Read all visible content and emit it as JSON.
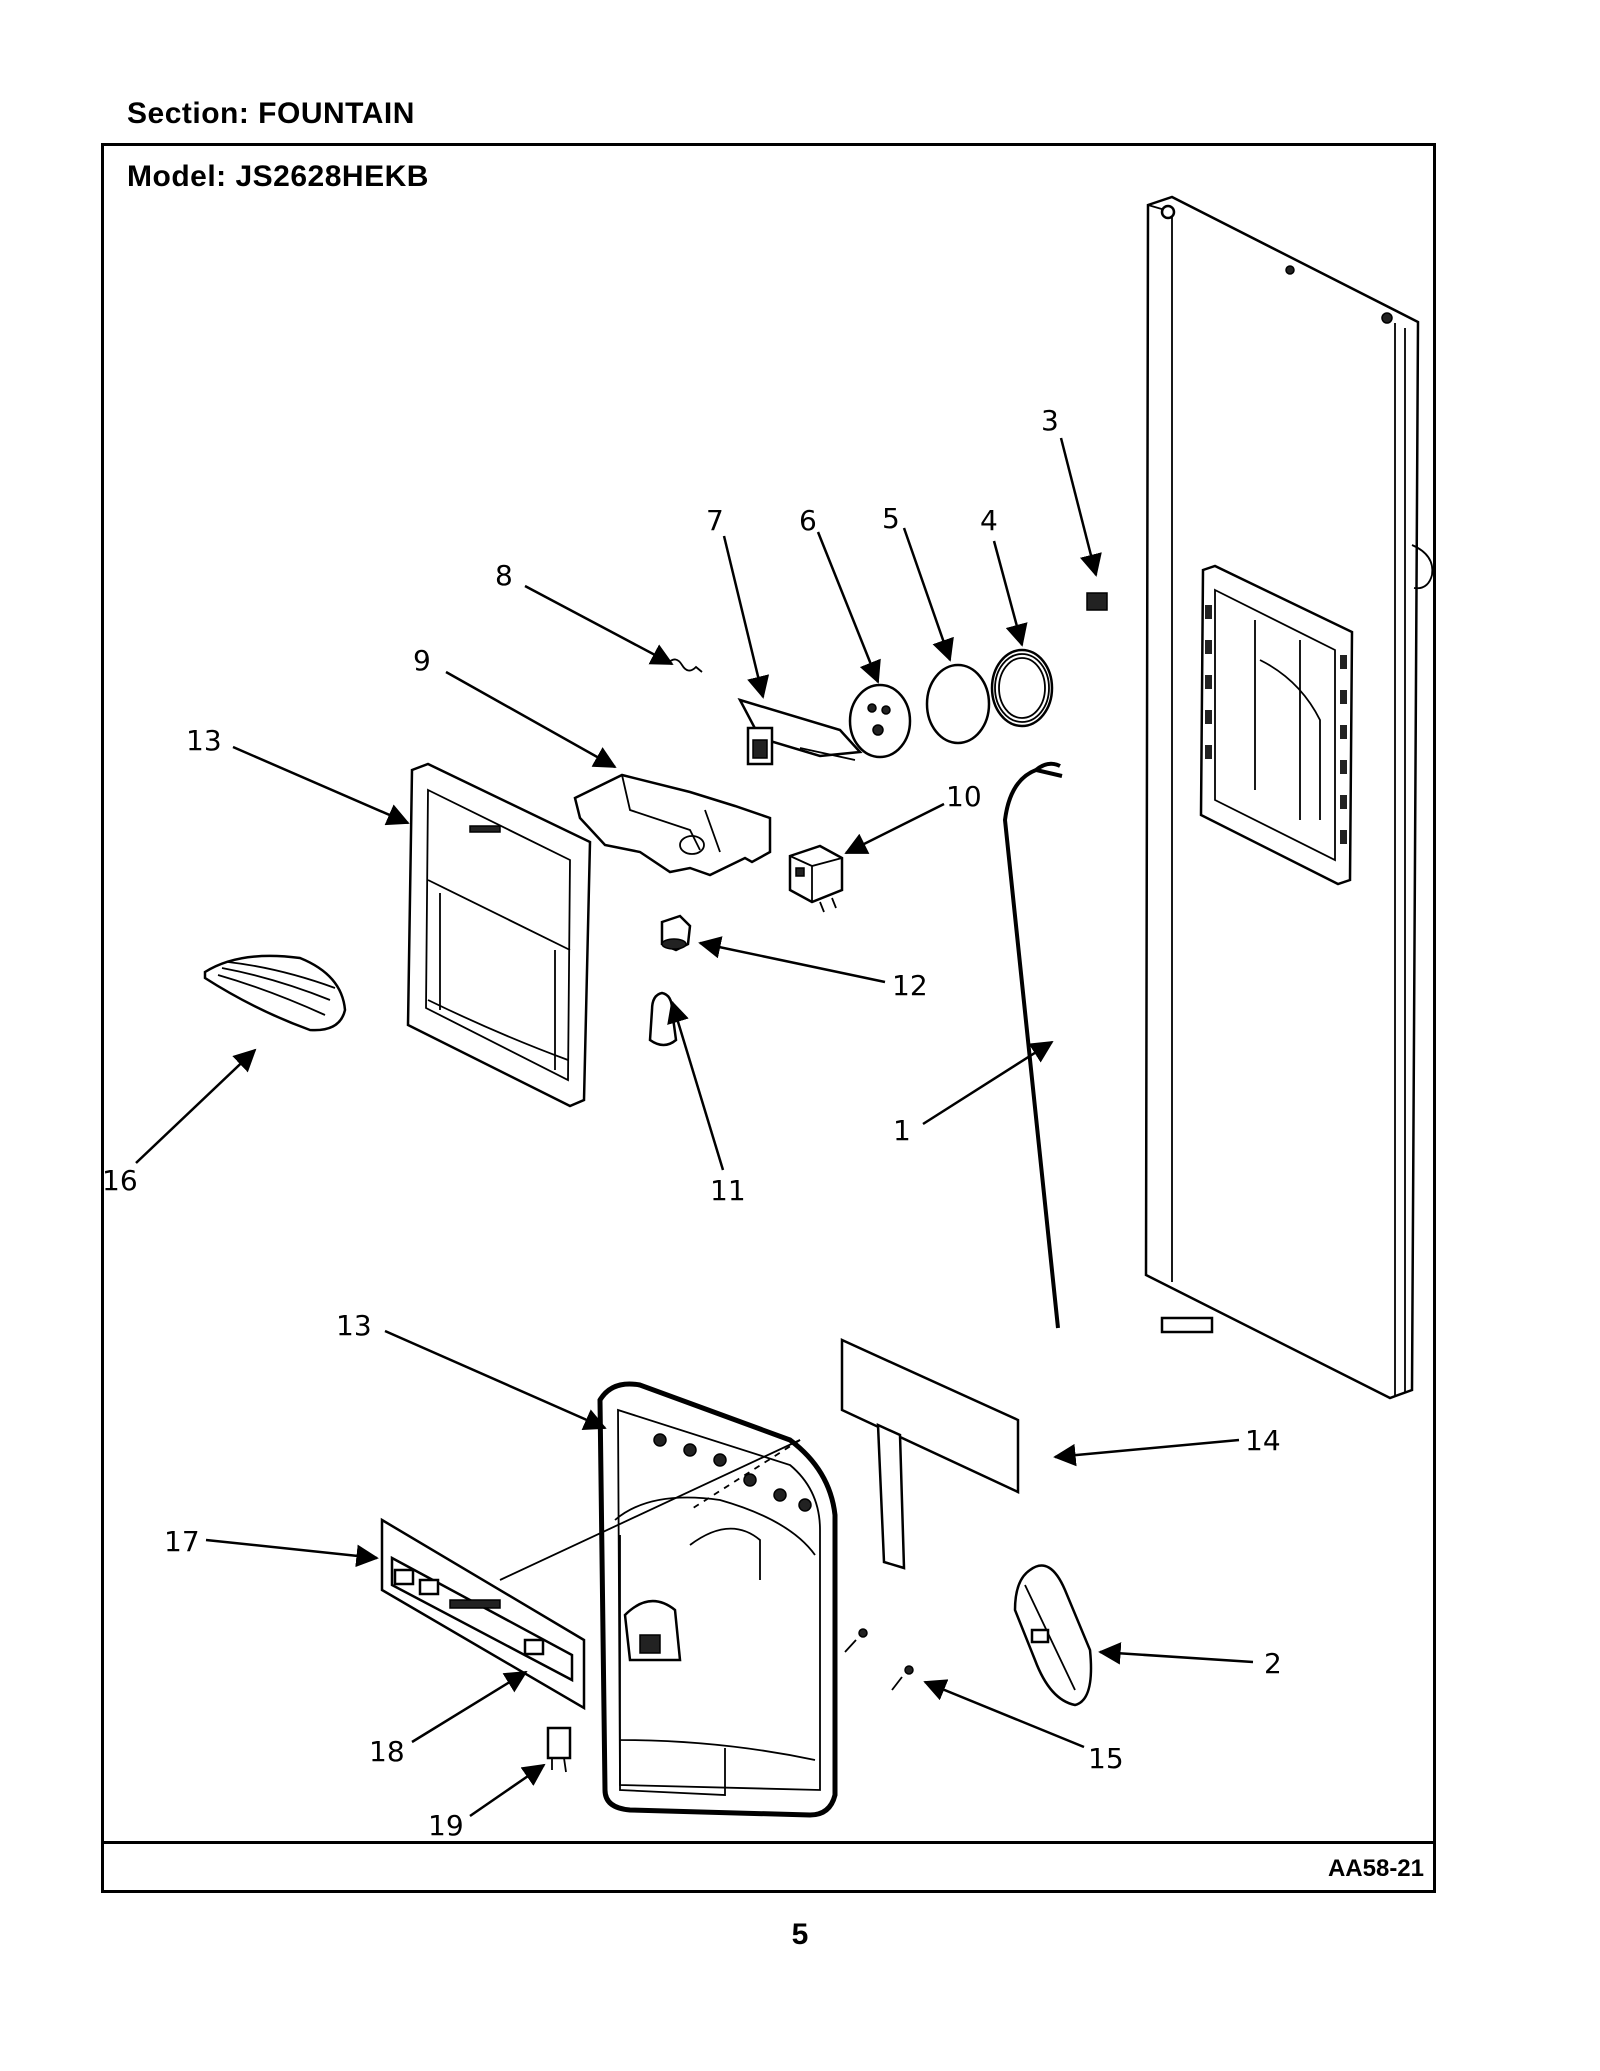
{
  "header": {
    "section_label": "Section:  FOUNTAIN",
    "model_label": "Model:  JS2628HEKB"
  },
  "drawing_code": "AA58-21",
  "page_number": "5",
  "callouts": {
    "c1": "1",
    "c2": "2",
    "c3": "3",
    "c4": "4",
    "c5": "5",
    "c6": "6",
    "c7": "7",
    "c8": "8",
    "c9": "9",
    "c10": "10",
    "c11": "11",
    "c12": "12",
    "c13a": "13",
    "c13b": "13",
    "c14": "14",
    "c15": "15",
    "c16": "16",
    "c17": "17",
    "c18": "18",
    "c19": "19"
  }
}
